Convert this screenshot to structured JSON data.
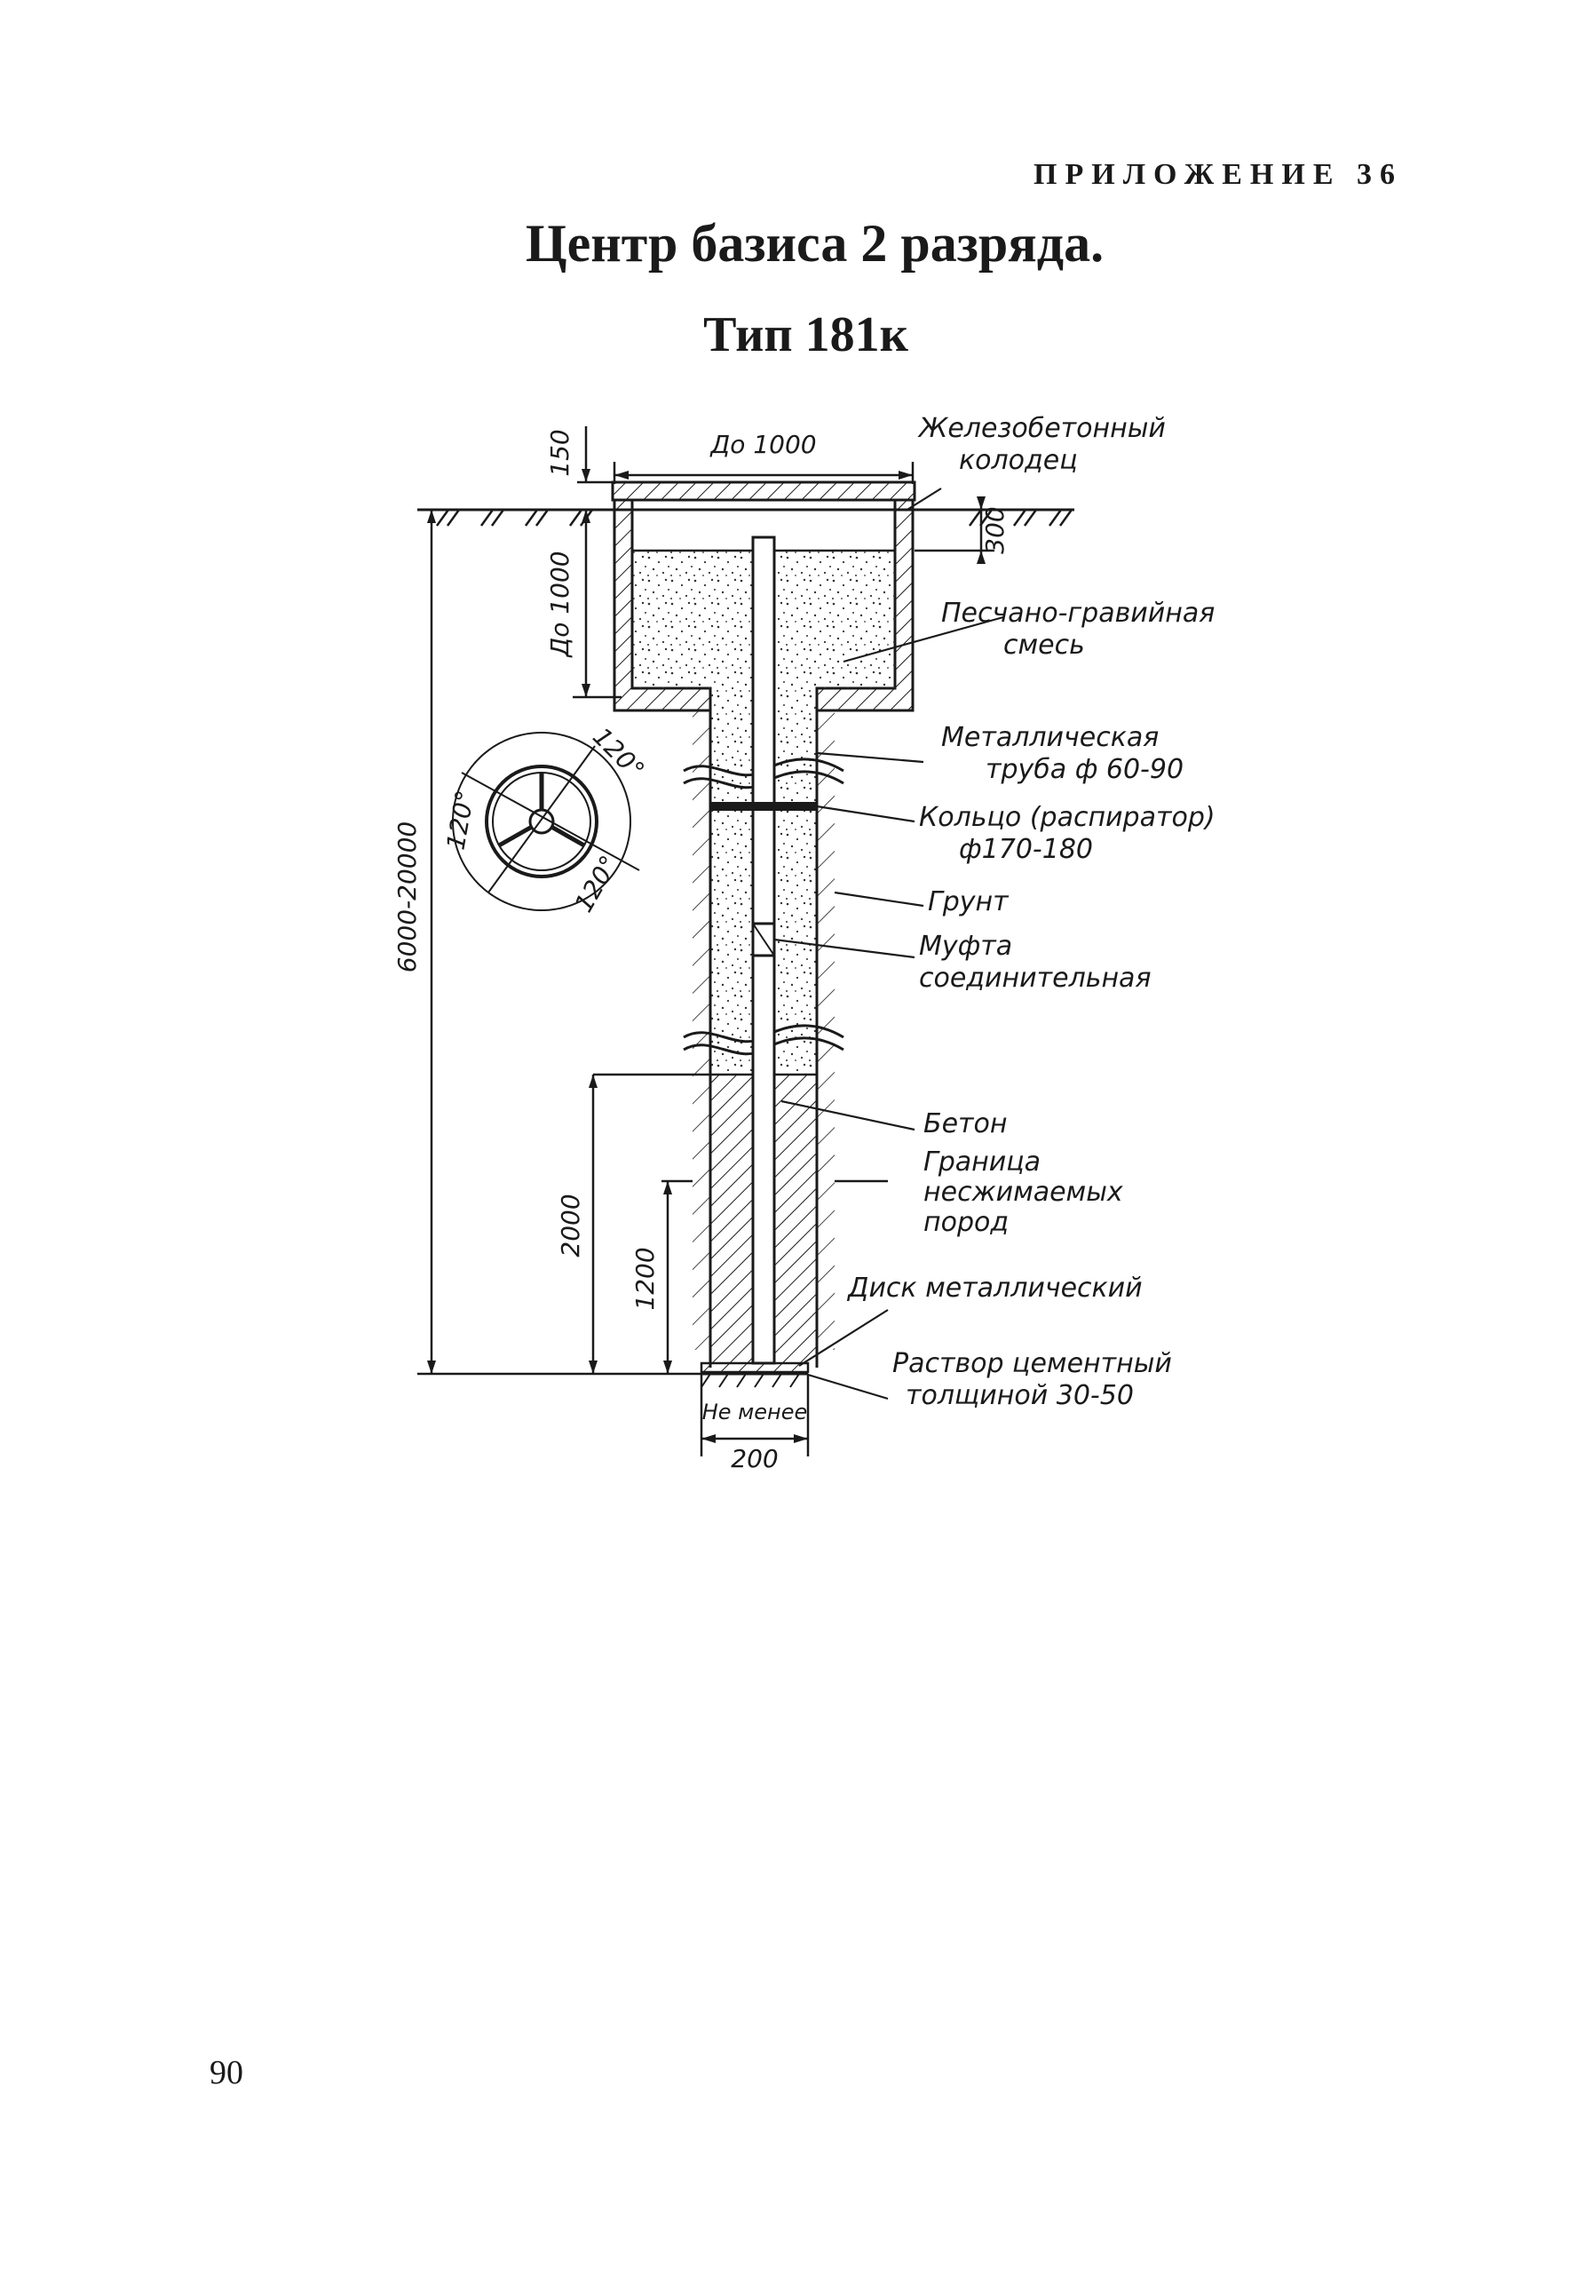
{
  "header": {
    "appendix": "ПРИЛОЖЕНИЕ 36",
    "title": "Центр базиса 2 разряда.",
    "subtitle": "Тип 181к"
  },
  "drawing": {
    "dimensions": {
      "cover_thickness": "150",
      "well_width": "До 1000",
      "well_depth": "До 1000",
      "ground_offset": "300",
      "total_depth": "6000-20000",
      "concrete_depth": "2000",
      "stable_rock_depth": "1200",
      "min_width_label": "Не менее",
      "min_width": "200"
    },
    "angles": {
      "a1": "120°",
      "a2": "120°",
      "a3": "120°"
    },
    "labels": {
      "well": [
        "Железобетонный",
        "колодец"
      ],
      "sand_gravel": [
        "Песчано-гравийная",
        "смесь"
      ],
      "pipe": [
        "Металлическая",
        "труба ф 60-90"
      ],
      "ring": [
        "Кольцо (распиратор)",
        "ф170-180"
      ],
      "soil": [
        "Грунт"
      ],
      "coupling": [
        "Муфта",
        "соединительная"
      ],
      "concrete": [
        "Бетон"
      ],
      "rock_boundary": [
        "Граница",
        "несжимаемых",
        "пород"
      ],
      "disk": [
        "Диск металлический"
      ],
      "mortar": [
        "Раствор цементный",
        "толщиной 30-50"
      ]
    }
  },
  "footer": {
    "page_number": "90"
  }
}
